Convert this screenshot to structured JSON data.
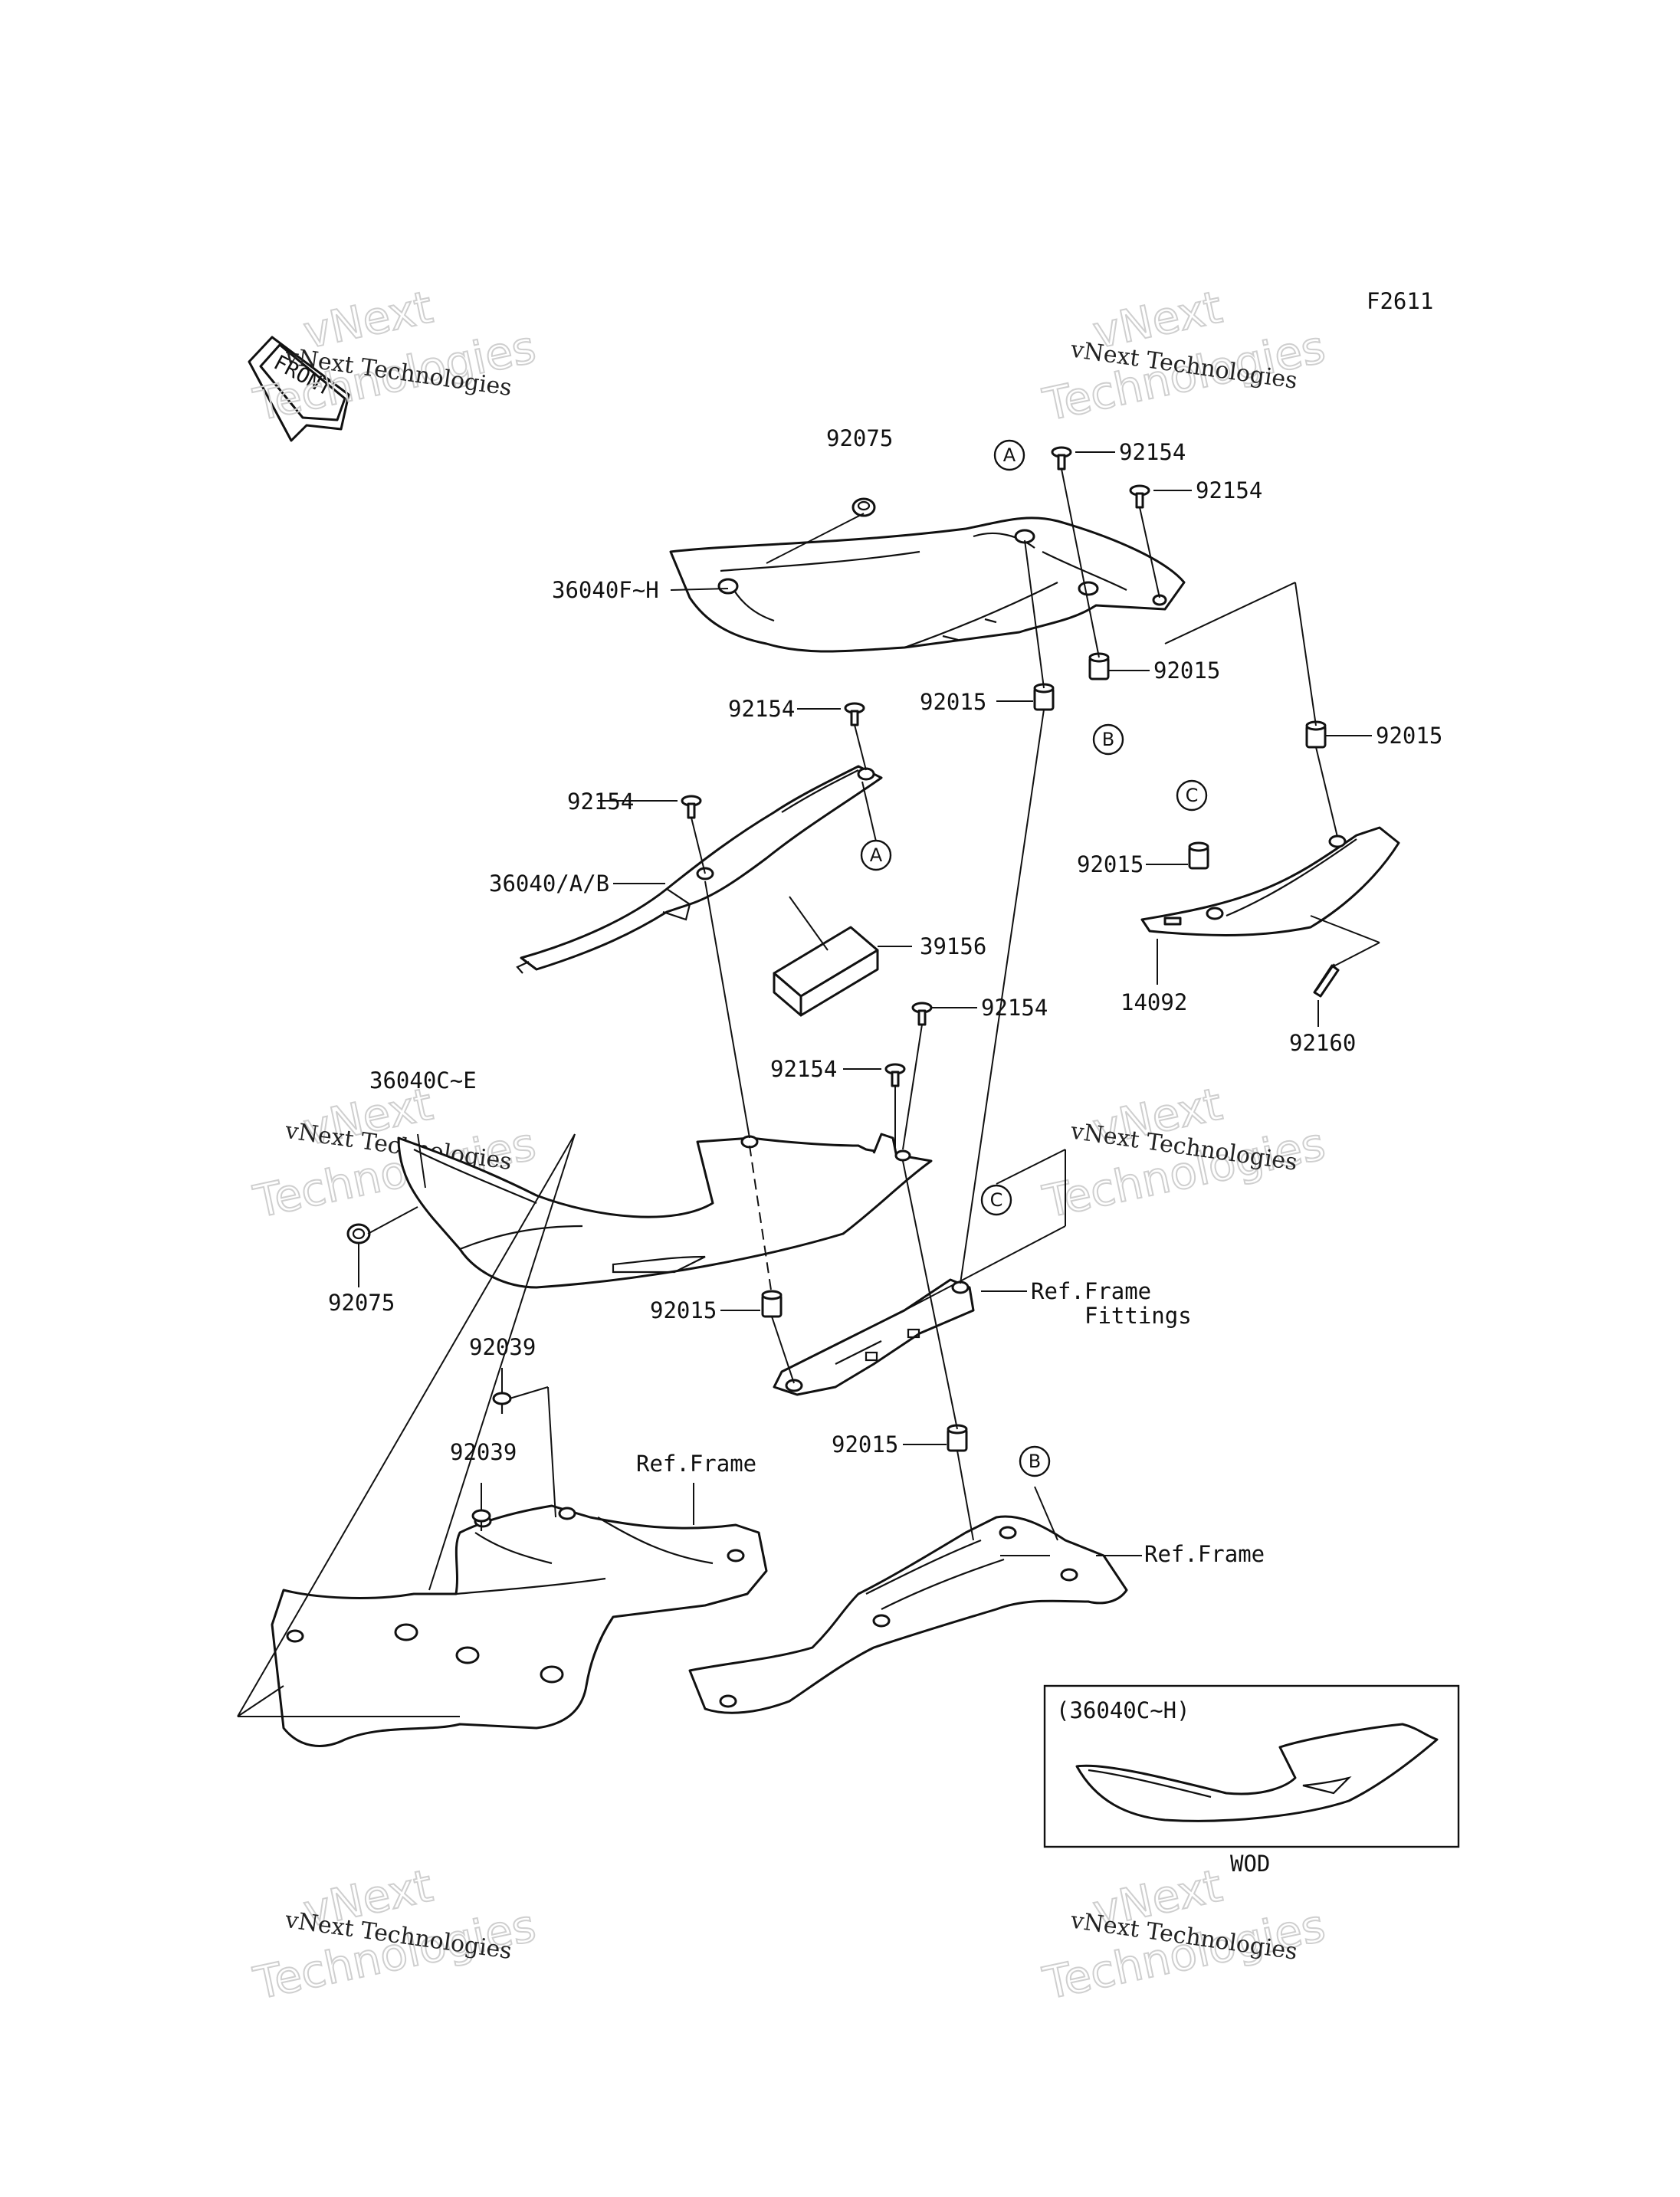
{
  "figure_code": "F2611",
  "front_label": "FRONT",
  "watermark": {
    "line1": "vNext Technologies",
    "line2": "vNext",
    "line3": "Technologies"
  },
  "callouts": {
    "p92075_top": "92075",
    "p36040FH": "36040F~H",
    "p92154_a": "92154",
    "p92154_b": "92154",
    "p92015_a": "92015",
    "p92015_b": "92015",
    "p92015_c": "92015",
    "p92154_c": "92154",
    "p92154_d": "92154",
    "p36040AB": "36040/A/B",
    "p39156": "39156",
    "p92015_d": "92015",
    "p14092": "14092",
    "p92160": "92160",
    "p92154_e": "92154",
    "p92154_f": "92154",
    "p36040CE": "36040C~E",
    "p92075_bottom": "92075",
    "p92015_e": "92015",
    "ref_frame_fittings_1": "Ref.Frame",
    "ref_frame_fittings_2": "Fittings",
    "p92039_a": "92039",
    "p92039_b": "92039",
    "ref_frame_left": "Ref.Frame",
    "p92015_f": "92015",
    "ref_frame_right": "Ref.Frame"
  },
  "markers": {
    "a1": "A",
    "a2": "A",
    "b1": "B",
    "b2": "B",
    "c1": "C",
    "c2": "C"
  },
  "inset": {
    "title": "(36040C~H)",
    "caption": "WOD"
  }
}
